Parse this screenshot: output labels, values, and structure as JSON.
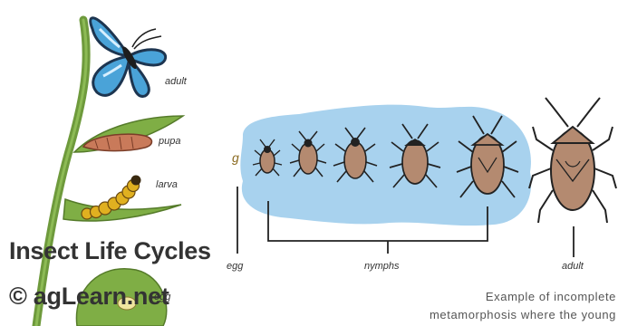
{
  "complete_labels": {
    "adult": "adult",
    "pupa": "pupa",
    "larva": "larva",
    "egg": "egg"
  },
  "incomplete_labels": {
    "egg_letter": "g",
    "egg": "egg",
    "nymphs": "nymphs",
    "adult": "adult"
  },
  "overlay": {
    "title": "Insect Life Cycles",
    "credit": "© agLearn.net"
  },
  "caption": {
    "line1": "Example of incomplete",
    "line2": "metamorphosis where the young"
  },
  "colors": {
    "stem": "#6e9a3c",
    "blob": "#a8d2ee",
    "bug_body": "#b48a70",
    "butterfly_wing": "#4aa3d8",
    "larva": "#e0b020",
    "pupa": "#c97a5a"
  }
}
